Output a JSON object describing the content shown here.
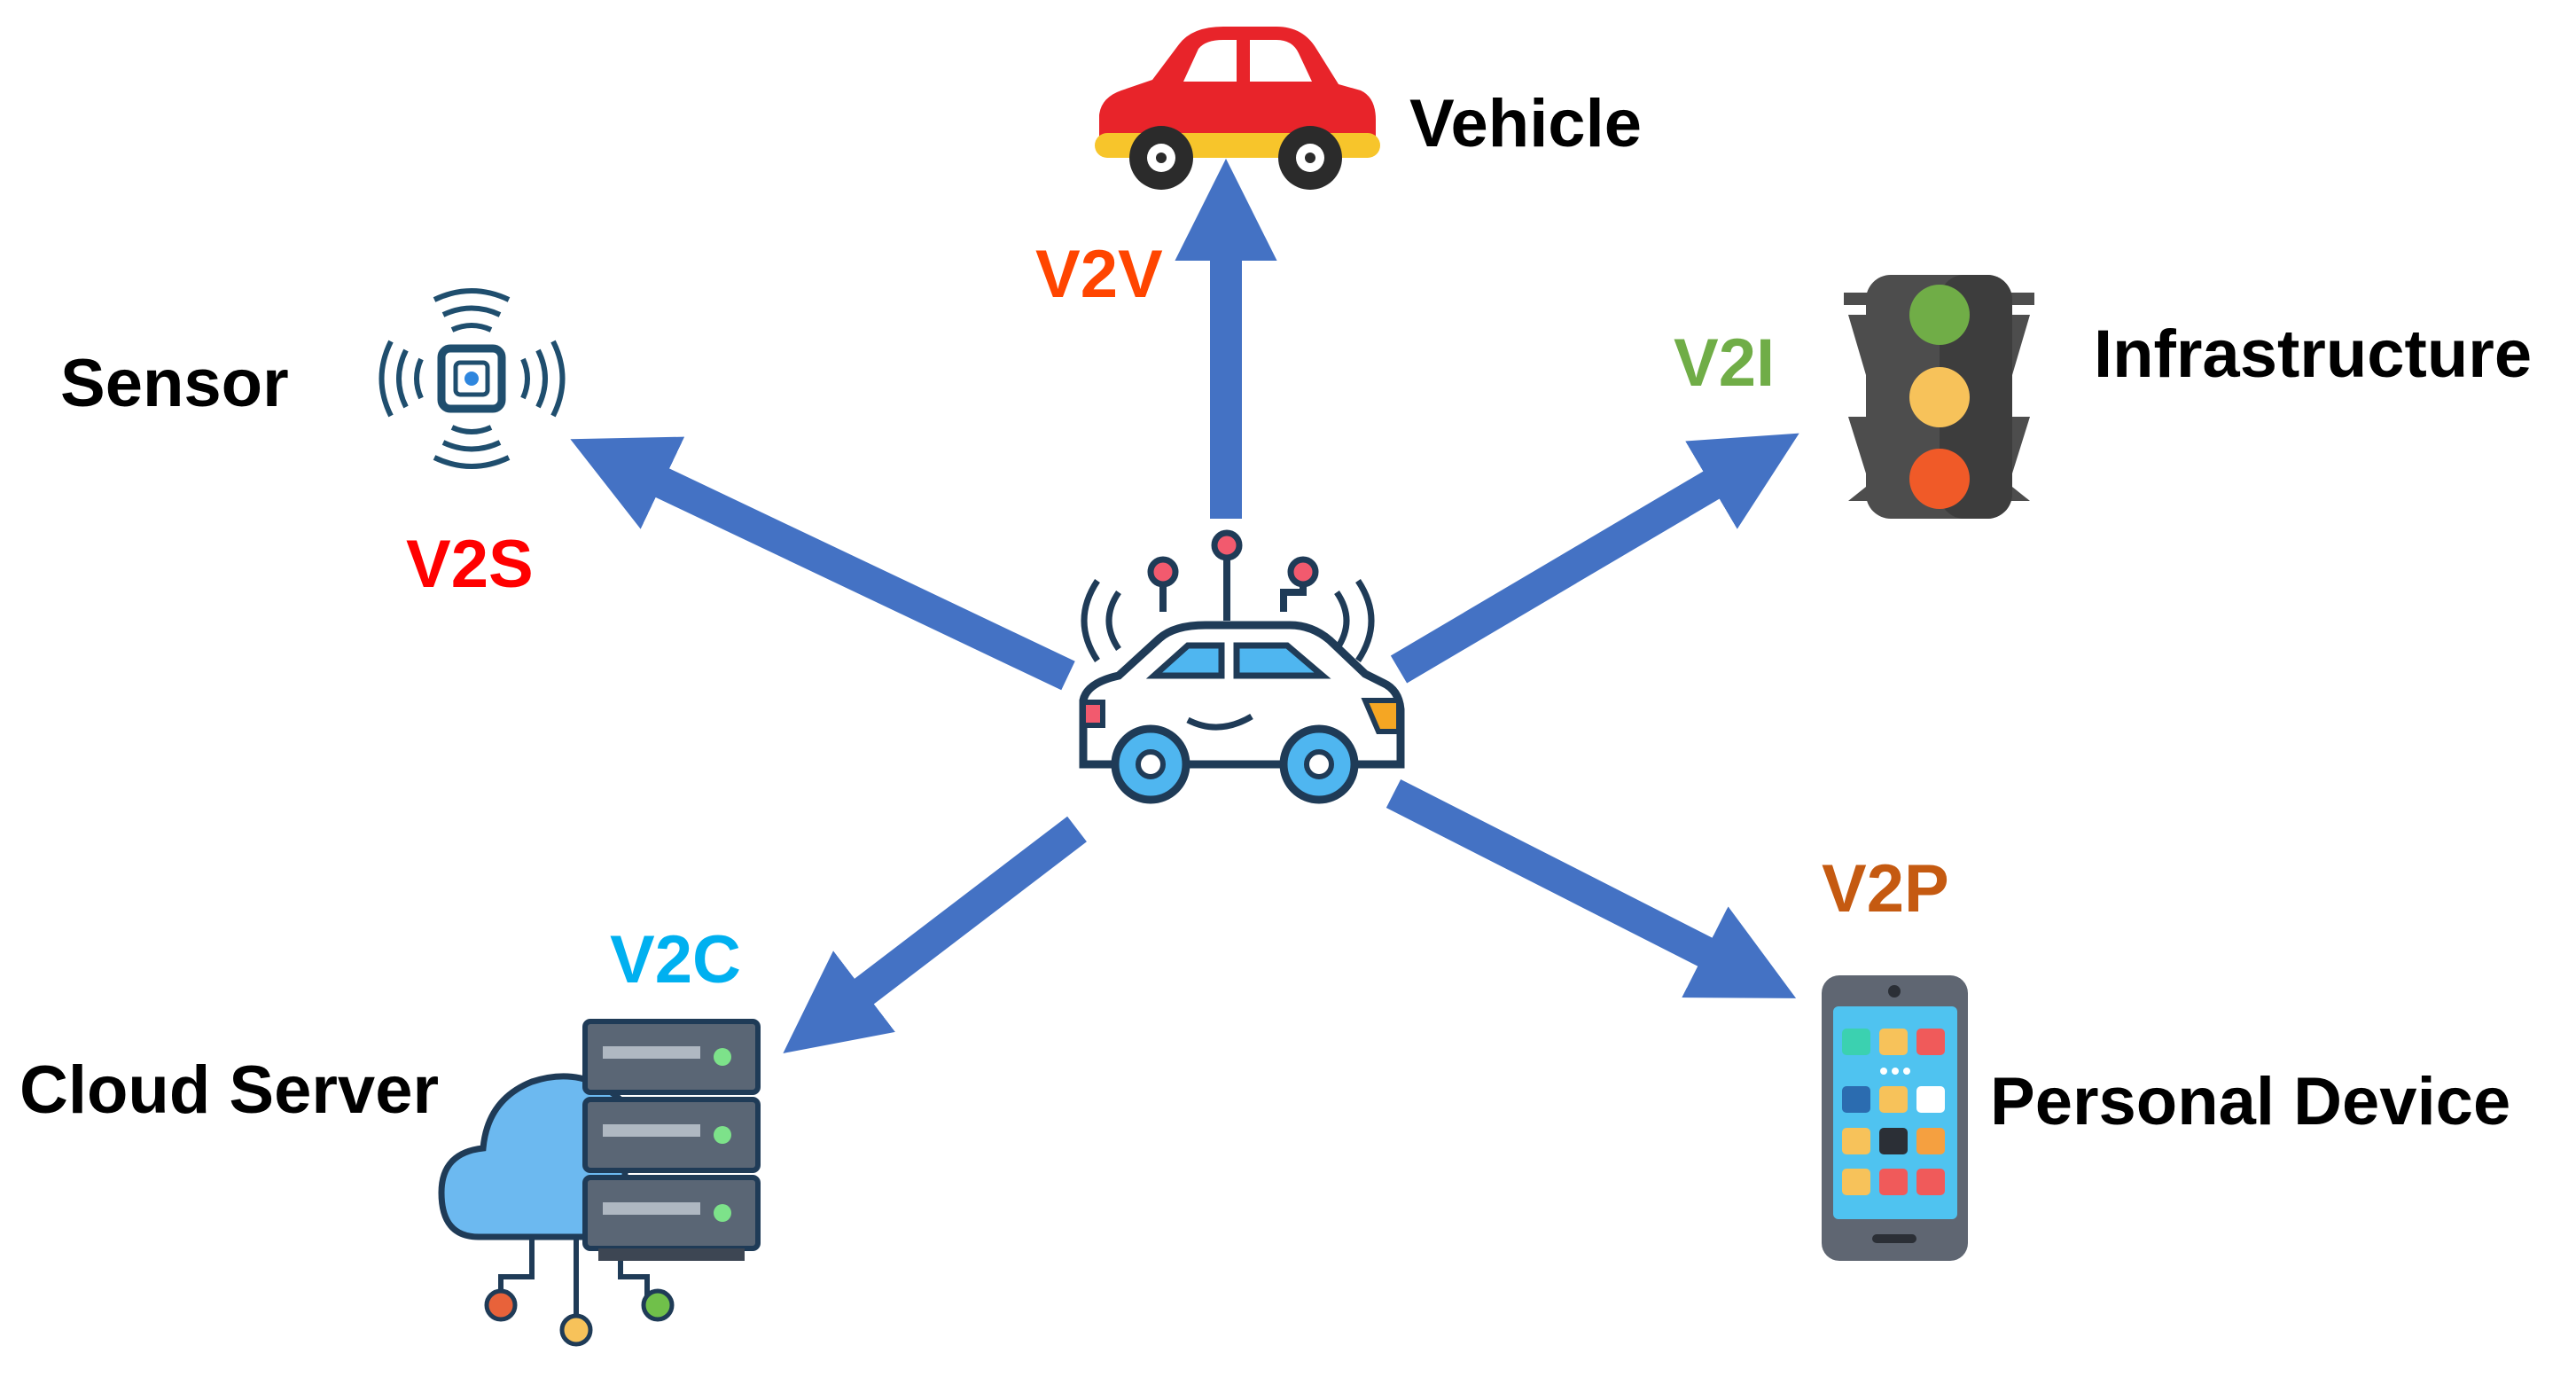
{
  "nodes": {
    "vehicle": {
      "label": "Vehicle"
    },
    "infrastructure": {
      "label": "Infrastructure"
    },
    "sensor": {
      "label": "Sensor"
    },
    "cloud_server": {
      "label": "Cloud Server"
    },
    "personal_device": {
      "label": "Personal Device"
    }
  },
  "links": {
    "v2v": {
      "label": "V2V",
      "color": "#FF4500"
    },
    "v2i": {
      "label": "V2I",
      "color": "#70AD47"
    },
    "v2s": {
      "label": "V2S",
      "color": "#FF0000"
    },
    "v2c": {
      "label": "V2C",
      "color": "#00B0F0"
    },
    "v2p": {
      "label": "V2P",
      "color": "#C55A11"
    }
  },
  "colors": {
    "arrow": "#4472C4",
    "text": "#000000"
  },
  "icons": {
    "center": "connected-car-icon",
    "vehicle": "red-car-icon",
    "infrastructure": "traffic-light-icon",
    "sensor": "wireless-sensor-icon",
    "cloud_server": "cloud-server-icon",
    "personal_device": "smartphone-icon"
  }
}
